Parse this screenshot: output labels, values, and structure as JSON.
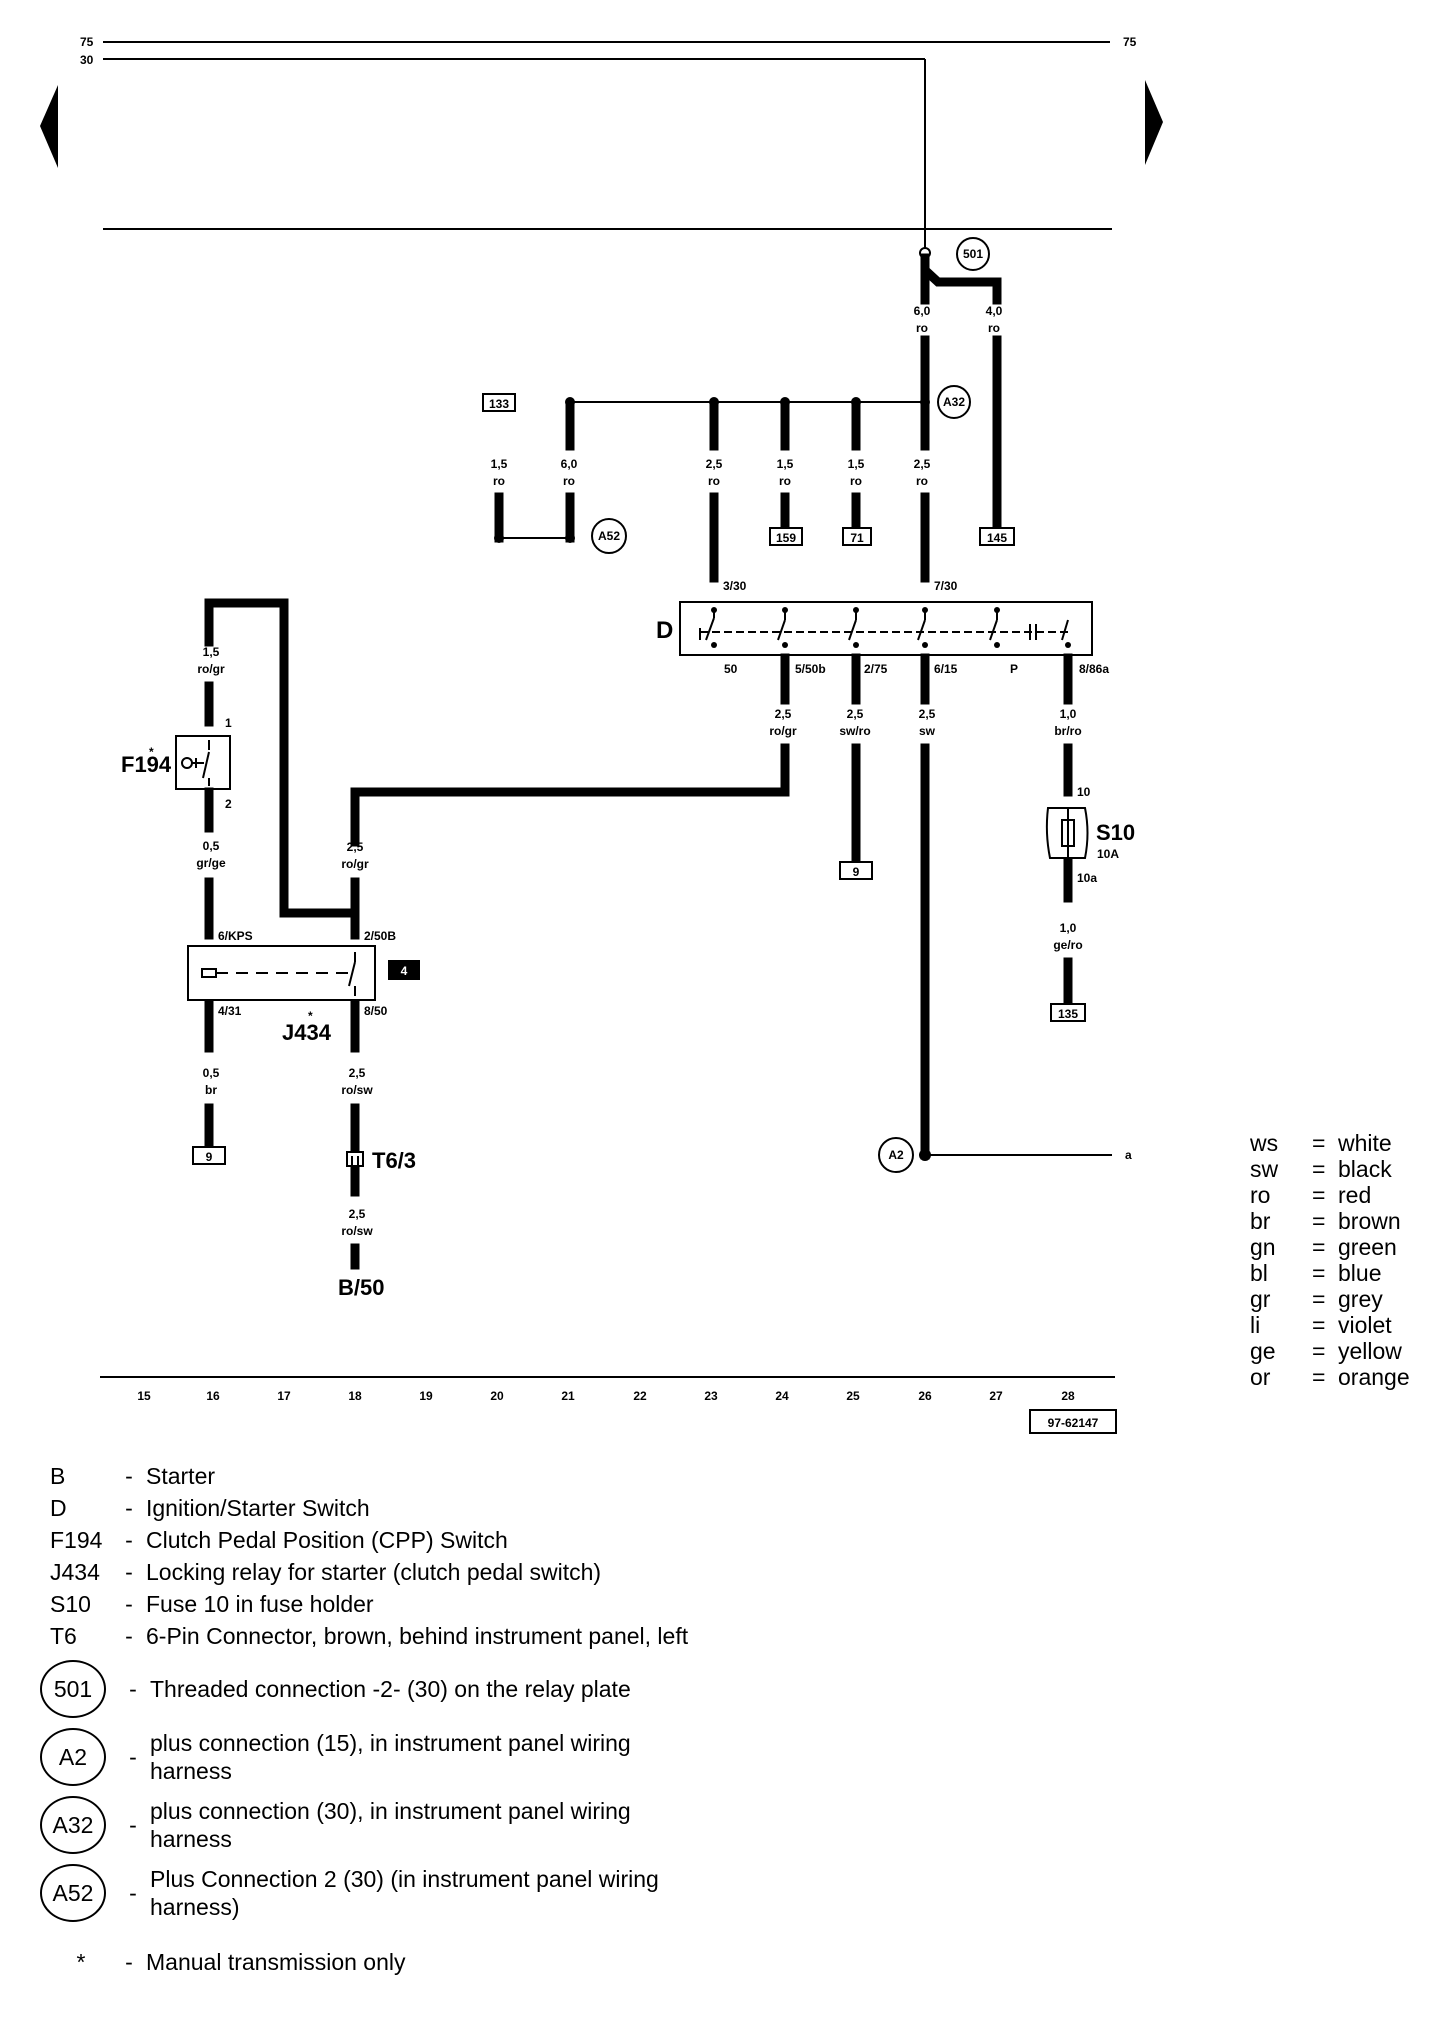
{
  "header": {
    "left_top": "75",
    "left_bottom": "30",
    "right_top": "75"
  },
  "nodes": {
    "c501": "501",
    "a32": "A32",
    "a52": "A52",
    "a2": "A2"
  },
  "boxes": {
    "b133": "133",
    "b159": "159",
    "b71": "71",
    "b145": "145",
    "b9a": "9",
    "b9b": "9",
    "b135": "135",
    "b4": "4"
  },
  "wires": {
    "w501a_size": "6,0",
    "w501a_color": "ro",
    "w501b_size": "4,0",
    "w501b_color": "ro",
    "w133_size": "1,5",
    "w133_color": "ro",
    "wa52_size": "6,0",
    "wa52_color": "ro",
    "w330_size": "2,5",
    "w330_color": "ro",
    "w159_size": "1,5",
    "w159_color": "ro",
    "w71_size": "1,5",
    "w71_color": "ro",
    "w730_size": "2,5",
    "w730_color": "ro",
    "wf194_size": "1,5",
    "wf194_color": "ro/gr",
    "wf194b_size": "0,5",
    "wf194b_color": "gr/ge",
    "w550b_size": "2,5",
    "w550b_color": "ro/gr",
    "w275_size": "2,5",
    "w275_color": "sw/ro",
    "w615_size": "2,5",
    "w615_color": "sw",
    "w886_size": "1,0",
    "w886_color": "br/ro",
    "ws10_size": "1,0",
    "ws10_color": "ge/ro",
    "wj1_size": "2,5",
    "wj1_color": "ro/gr",
    "wj431_size": "0,5",
    "wj431_color": "br",
    "wj850_size": "2,5",
    "wj850_color": "ro/sw",
    "wt6_size": "2,5",
    "wt6_color": "ro/sw"
  },
  "pins": {
    "p330": "3/30",
    "p730": "7/30",
    "p50": "50",
    "p550b": "5/50b",
    "p275": "2/75",
    "p615": "6/15",
    "pP": "P",
    "p886a": "8/86a",
    "pf1": "1",
    "pf2": "2",
    "p6kps": "6/KPS",
    "p250b": "2/50B",
    "p431": "4/31",
    "p850": "8/50",
    "ps10": "10",
    "ps10a": "10a",
    "pa": "a"
  },
  "components": {
    "D": "D",
    "F194": "F194",
    "J434": "J434",
    "S10": "S10",
    "S10_rating": "10A",
    "T6": "T6/3",
    "B": "B/50",
    "star": "*"
  },
  "ruler": [
    "15",
    "16",
    "17",
    "18",
    "19",
    "20",
    "21",
    "22",
    "23",
    "24",
    "25",
    "26",
    "27",
    "28"
  ],
  "diagram_id": "97-62147",
  "color_legend": [
    {
      "k": "ws",
      "v": "white"
    },
    {
      "k": "sw",
      "v": "black"
    },
    {
      "k": "ro",
      "v": "red"
    },
    {
      "k": "br",
      "v": "brown"
    },
    {
      "k": "gn",
      "v": "green"
    },
    {
      "k": "bl",
      "v": "blue"
    },
    {
      "k": "gr",
      "v": "grey"
    },
    {
      "k": "li",
      "v": "violet"
    },
    {
      "k": "ge",
      "v": "yellow"
    },
    {
      "k": "or",
      "v": "orange"
    }
  ],
  "legend": [
    {
      "key": "B",
      "text": "Starter"
    },
    {
      "key": "D",
      "text": "Ignition/Starter Switch"
    },
    {
      "key": "F194",
      "text": "Clutch Pedal Position (CPP) Switch"
    },
    {
      "key": "J434",
      "text": "Locking relay for starter (clutch pedal switch)"
    },
    {
      "key": "S10",
      "text": "Fuse 10 in fuse holder"
    },
    {
      "key": "T6",
      "text": "6-Pin Connector, brown, behind instrument panel, left"
    }
  ],
  "legend_circles": [
    {
      "key": "501",
      "text": "Threaded connection -2- (30) on the relay plate"
    },
    {
      "key": "A2",
      "text": "plus connection (15), in instrument panel wiring harness"
    },
    {
      "key": "A32",
      "text": "plus connection (30), in instrument panel wiring harness"
    },
    {
      "key": "A52",
      "text": "Plus Connection 2 (30) (in instrument panel wiring harness)"
    }
  ],
  "legend_note": {
    "key": "*",
    "text": "Manual transmission only"
  },
  "dash": "-",
  "eq": "="
}
